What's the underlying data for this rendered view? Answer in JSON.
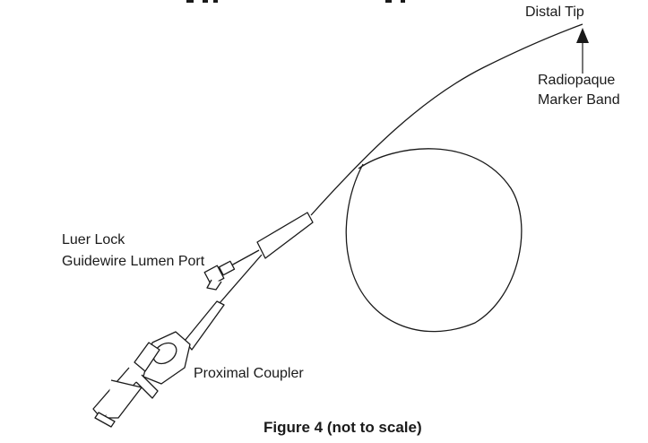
{
  "labels": {
    "distal_tip": "Distal Tip",
    "marker_band_line1": "Radiopaque",
    "marker_band_line2": "Marker Band",
    "luer_lock_line1": "Luer Lock",
    "luer_lock_line2": "Guidewire Lumen Port",
    "proximal_coupler": "Proximal Coupler"
  },
  "caption": "Figure 4 (not to scale)",
  "colors": {
    "line": "#1a1a1a",
    "background": "#ffffff"
  }
}
